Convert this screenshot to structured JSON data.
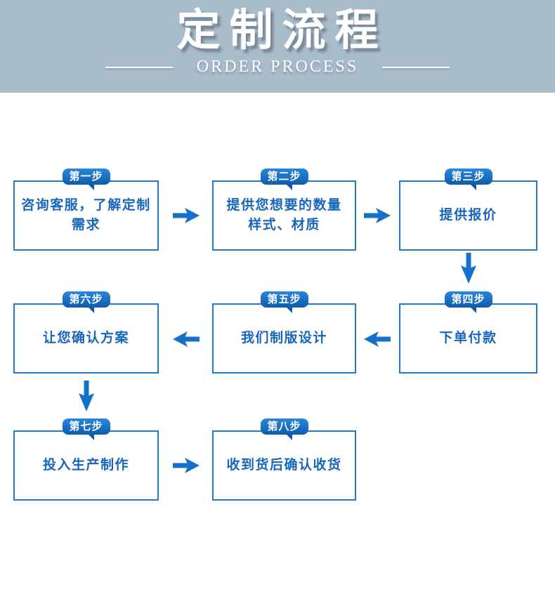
{
  "header": {
    "title": "定制流程",
    "subtitle": "ORDER PROCESS"
  },
  "steps": [
    {
      "label": "第一步",
      "line1": "咨询客服，了解定制",
      "line2": "需求"
    },
    {
      "label": "第二步",
      "line1": "提供您想要的数量",
      "line2": "样式、材质"
    },
    {
      "label": "第三步",
      "line1": "提供报价",
      "line2": ""
    },
    {
      "label": "第四步",
      "line1": "下单付款",
      "line2": ""
    },
    {
      "label": "第五步",
      "line1": "我们制版设计",
      "line2": ""
    },
    {
      "label": "第六步",
      "line1": "让您确认方案",
      "line2": ""
    },
    {
      "label": "第七步",
      "line1": "投入生产制作",
      "line2": ""
    },
    {
      "label": "第八步",
      "line1": "收到货后确认收货",
      "line2": ""
    }
  ],
  "flow": [
    {
      "from": "第一步",
      "to": "第二步",
      "direction": "right"
    },
    {
      "from": "第二步",
      "to": "第三步",
      "direction": "right"
    },
    {
      "from": "第三步",
      "to": "第四步",
      "direction": "down"
    },
    {
      "from": "第四步",
      "to": "第五步",
      "direction": "left"
    },
    {
      "from": "第五步",
      "to": "第六步",
      "direction": "left"
    },
    {
      "from": "第六步",
      "to": "第七步",
      "direction": "down"
    },
    {
      "from": "第七步",
      "to": "第八步",
      "direction": "right"
    }
  ],
  "colors": {
    "header_background": "#a9bcca",
    "header_text": "#ffffff",
    "accent_blue": "#1470c8",
    "box_border": "#2478c8",
    "box_text": "#1866bc",
    "badge_gradient_top": "#2a87dc",
    "badge_gradient_bottom": "#0e5cab"
  }
}
